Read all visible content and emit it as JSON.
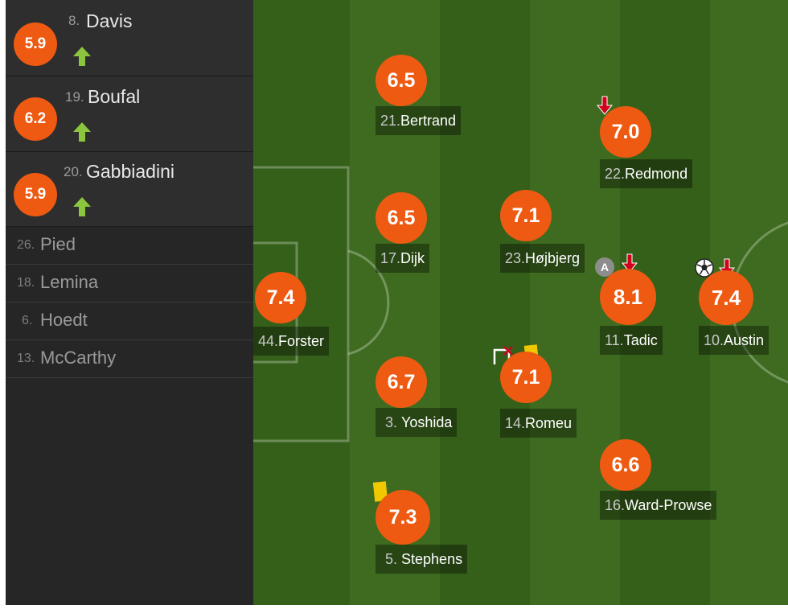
{
  "substitutes_used": [
    {
      "number": "8.",
      "name": "Davis",
      "rating": "5.9"
    },
    {
      "number": "19.",
      "name": "Boufal",
      "rating": "6.2"
    },
    {
      "number": "20.",
      "name": "Gabbiadini",
      "rating": "5.9"
    }
  ],
  "bench": [
    {
      "number": "26.",
      "name": "Pied"
    },
    {
      "number": "18.",
      "name": "Lemina"
    },
    {
      "number": "6.",
      "name": "Hoedt"
    },
    {
      "number": "13.",
      "name": "McCarthy"
    }
  ],
  "players": {
    "forster": {
      "number": "44.",
      "name": "Forster",
      "rating": "7.4"
    },
    "bertrand": {
      "number": "21.",
      "name": "Bertrand",
      "rating": "6.5"
    },
    "dijk": {
      "number": "17.",
      "name": "Dijk",
      "rating": "6.5"
    },
    "yoshida": {
      "number": "3.",
      "name": "Yoshida",
      "rating": "6.7"
    },
    "stephens": {
      "number": "5.",
      "name": "Stephens",
      "rating": "7.3"
    },
    "hojbjerg": {
      "number": "23.",
      "name": "Højbjerg",
      "rating": "7.1"
    },
    "romeu": {
      "number": "14.",
      "name": "Romeu",
      "rating": "7.1"
    },
    "redmond": {
      "number": "22.",
      "name": "Redmond",
      "rating": "7.0"
    },
    "tadic": {
      "number": "11.",
      "name": "Tadic",
      "rating": "8.1"
    },
    "ward_prowse": {
      "number": "16.",
      "name": "Ward-Prowse",
      "rating": "6.6"
    },
    "austin": {
      "number": "10.",
      "name": "Austin",
      "rating": "7.4"
    }
  },
  "icons": {
    "assist_letter": "A"
  },
  "colors": {
    "rating_badge": "#ee5a12",
    "sub_in_arrow": "#8cc63f",
    "sub_out_arrow": "#d0021b",
    "yellow_card": "#f0c800",
    "pitch_dark": "#35601a",
    "pitch_light": "#3e6b1f"
  }
}
